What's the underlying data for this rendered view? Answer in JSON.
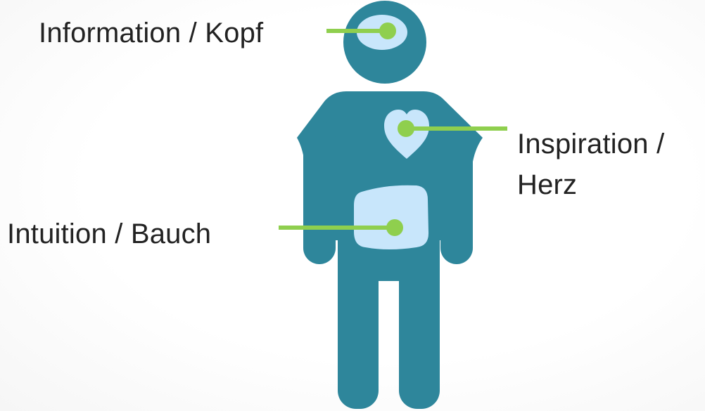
{
  "labels": {
    "head": "Information / Kopf",
    "heart_line1": "Inspiration /",
    "heart_line2": "Herz",
    "belly": "Intuition / Bauch"
  },
  "colors": {
    "figure": "#2e869b",
    "organ": "#c8e6fb",
    "connector": "#8fcf4e",
    "text": "#222222"
  },
  "icons": {
    "figure": "person-icon",
    "head_region": "brain-icon",
    "heart_region": "heart-icon",
    "belly_region": "belly-icon"
  }
}
